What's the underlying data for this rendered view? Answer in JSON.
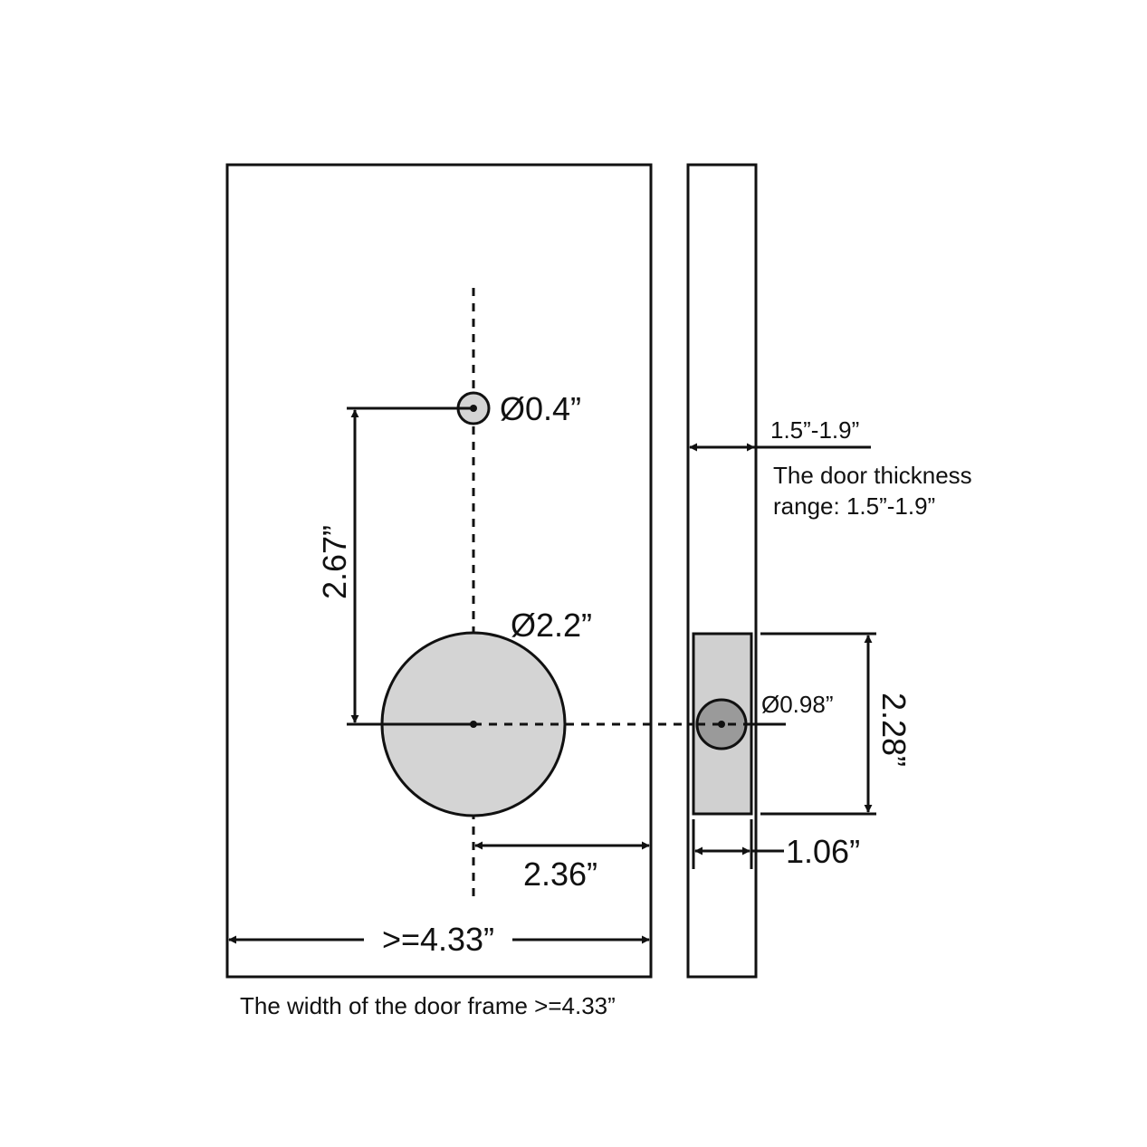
{
  "labels": {
    "small_hole": "Ø0.4”",
    "big_hole": "Ø2.2”",
    "vertical_dist": "2.67”",
    "backset": "2.36”",
    "frame_width": ">=4.33”",
    "thickness_dim": "1.5”-1.9”",
    "thickness_note_line1": "The door thickness",
    "thickness_note_line2": "range: 1.5”-1.9”",
    "edge_hole": "Ø0.98”",
    "plate_height": "2.28”",
    "plate_width": "1.06”",
    "frame_note": "The width of the door frame >=4.33”"
  },
  "colors": {
    "stroke": "#111111",
    "hole_fill": "#d4d4d4",
    "plate_fill": "#d0d0d0",
    "edge_hole_fill": "#9a9a9a"
  }
}
